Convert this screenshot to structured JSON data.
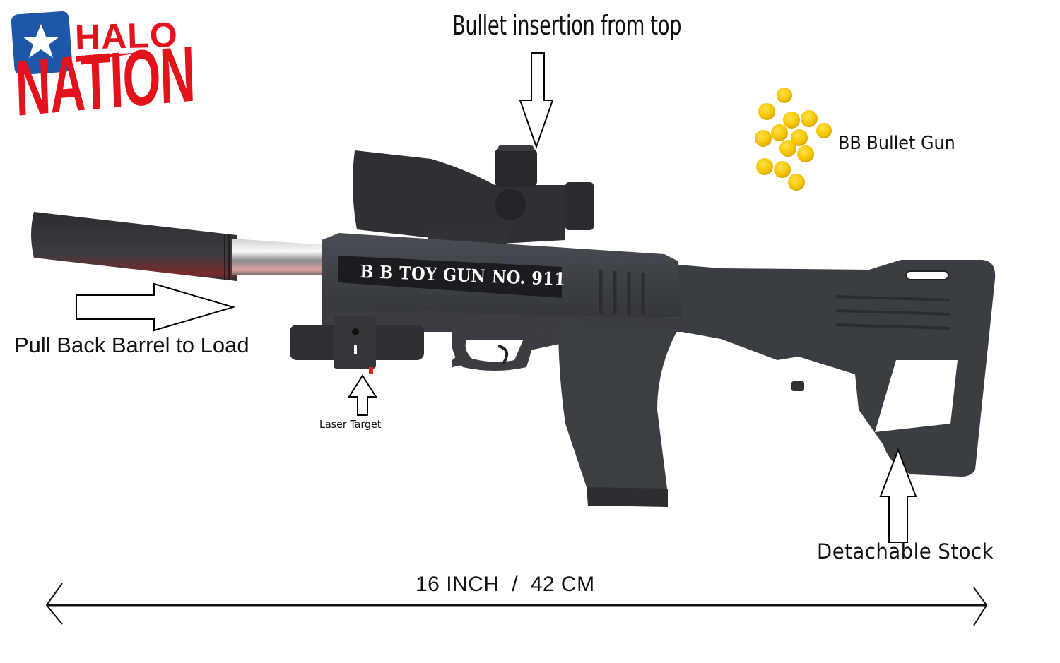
{
  "brand": {
    "line1": "HALO",
    "line2": "NATION",
    "star_icon": "white-star-on-blue-square",
    "colors": {
      "red": "#e3121b",
      "blue": "#1f57a8"
    }
  },
  "product": {
    "engraving": "B B TOY GUN NO. 911",
    "body_color": "#3a3d42"
  },
  "annotations": {
    "bullet_insertion": "Bullet insertion from top",
    "bb_bullet": "BB Bullet Gun",
    "pull_back": "Pull Back Barrel to Load",
    "laser_target": "Laser Target",
    "detachable_stock": "Detachable Stock",
    "dimension": "16 INCH  /  42 CM"
  },
  "bb_color": "#f5c800"
}
